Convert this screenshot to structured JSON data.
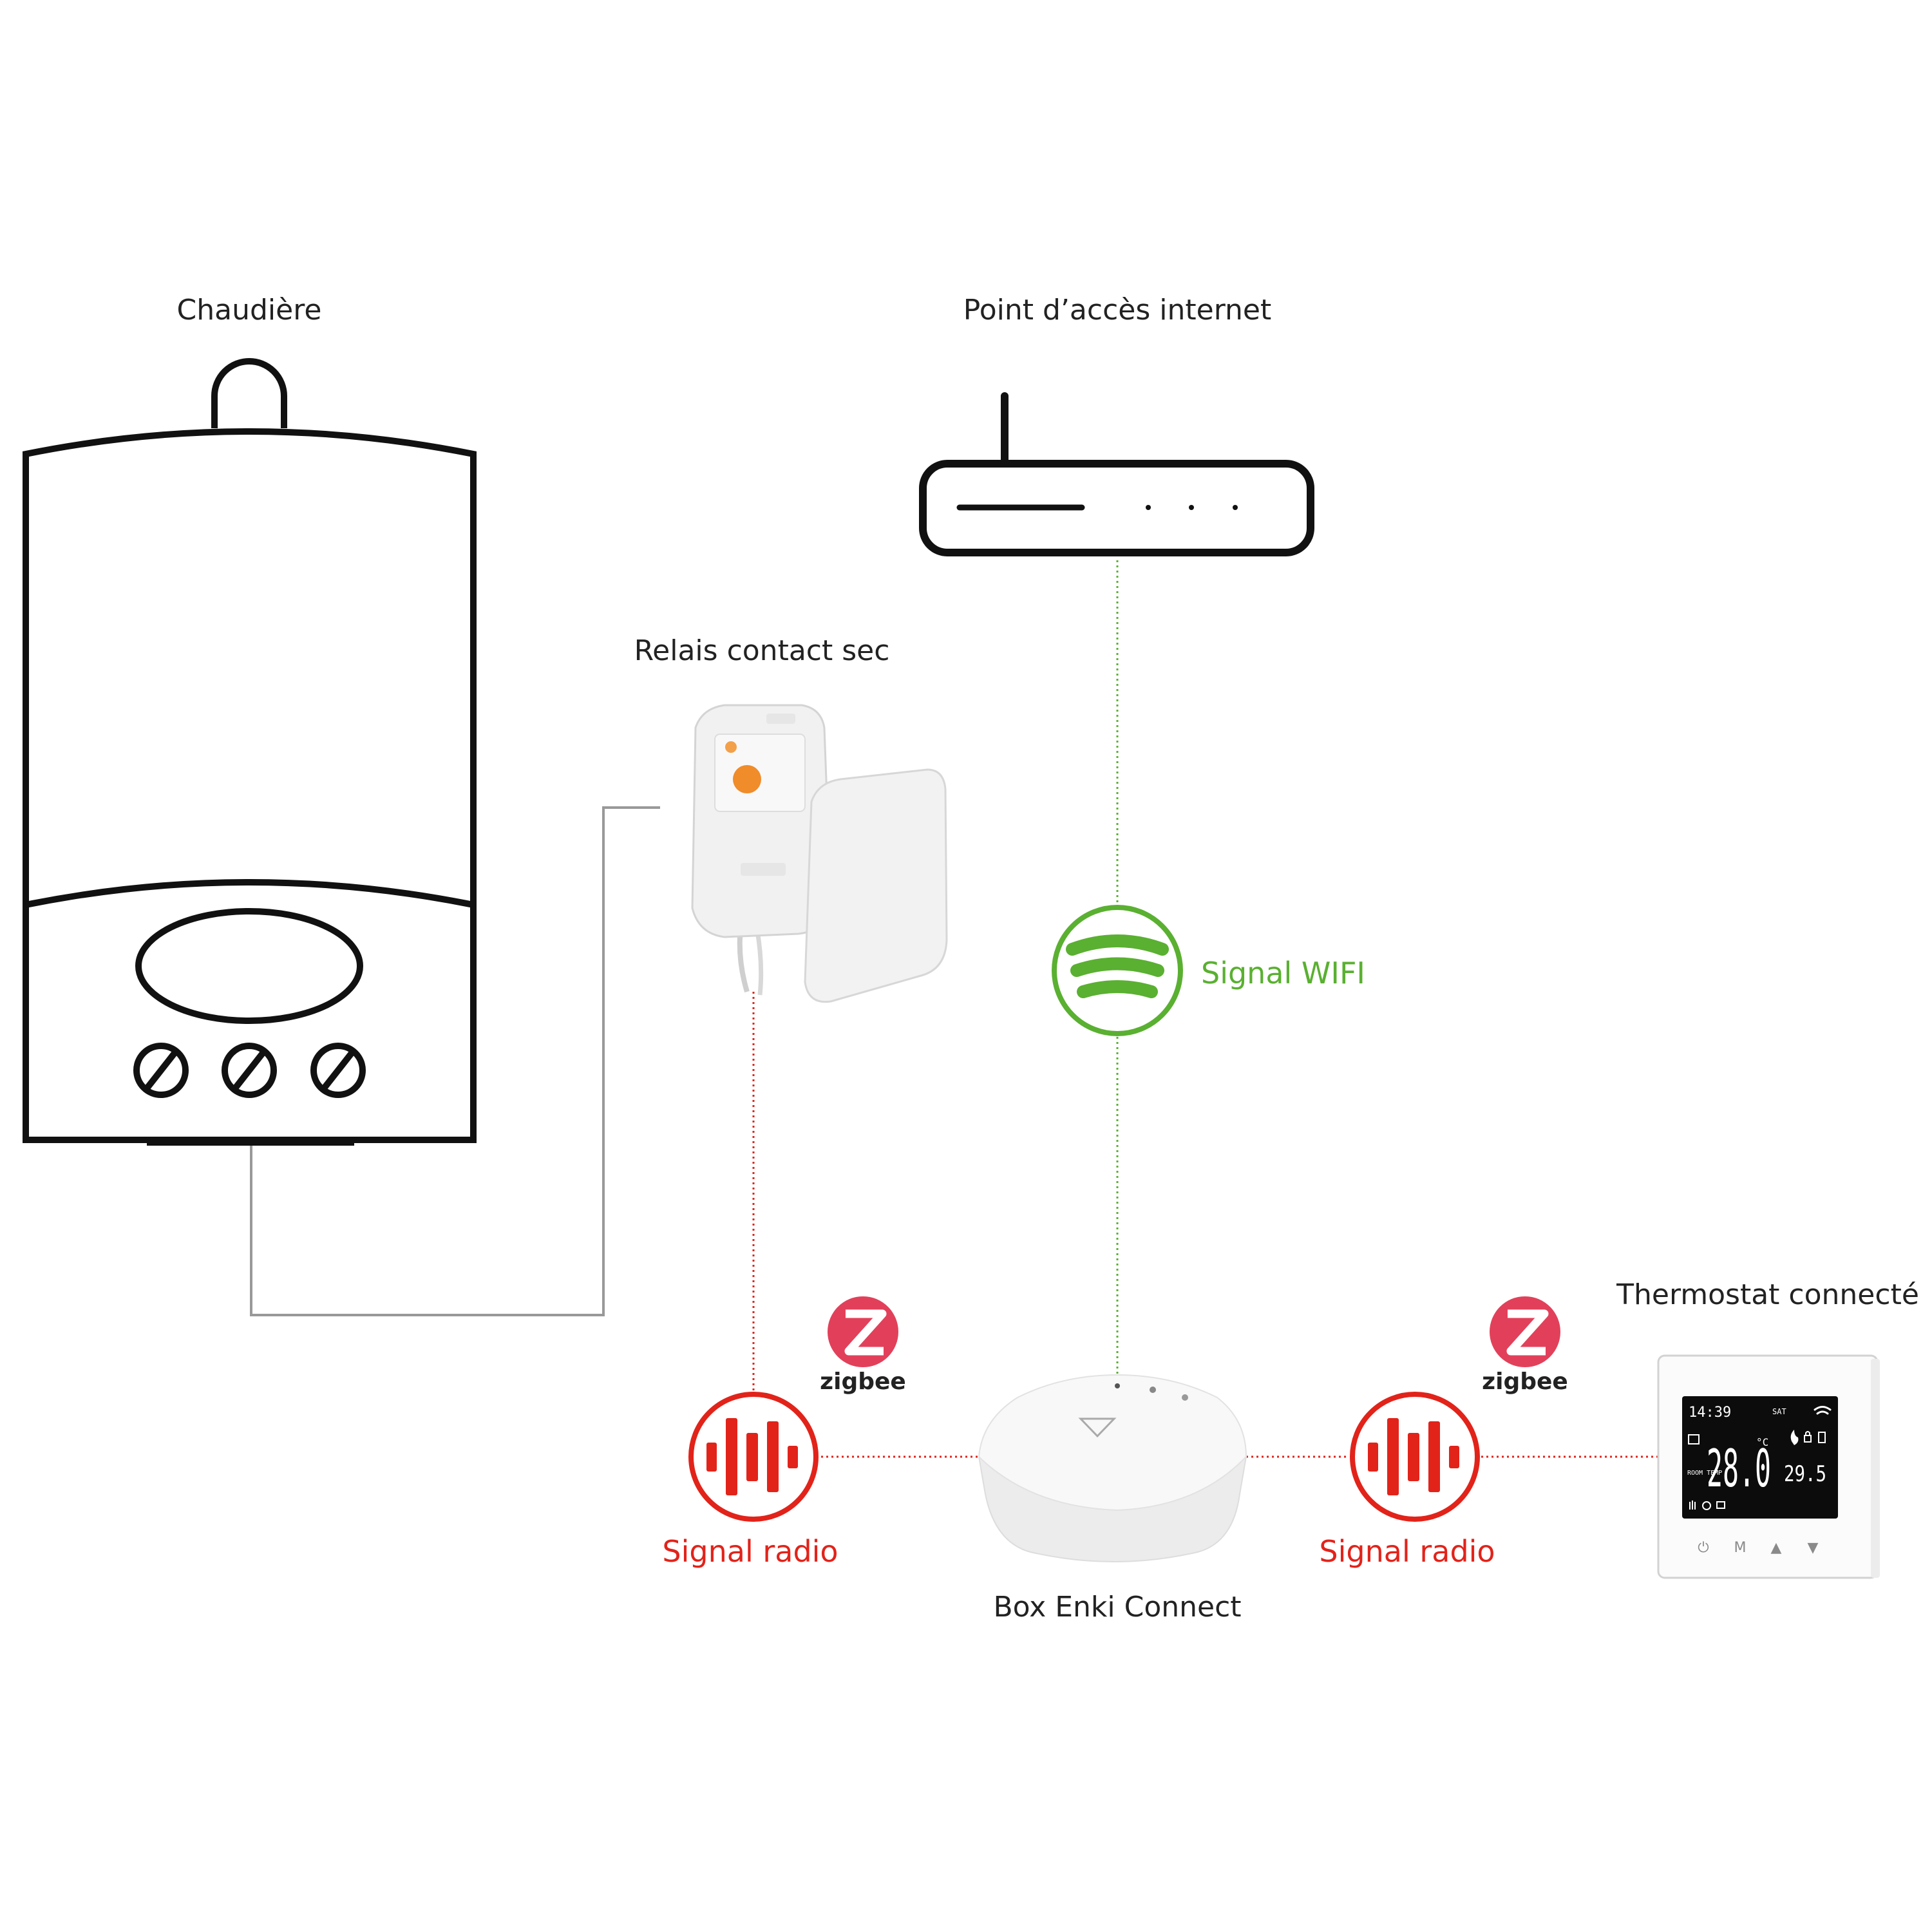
{
  "labels": {
    "boiler": "Chaudière",
    "router": "Point d’accès internet",
    "relay": "Relais contact sec",
    "wifi": "Signal WIFI",
    "radio_left": "Signal radio",
    "radio_right": "Signal radio",
    "box": "Box Enki Connect",
    "thermostat": "Thermostat connecté"
  },
  "zigbee": {
    "left": "zigbee",
    "right": "zigbee"
  },
  "thermostat_display": {
    "time": "14:39",
    "day": "SAT",
    "temp_main": "28.0",
    "unit": "°C",
    "temp_set": "29.5",
    "room_label": "ROOM TEMP",
    "buttons": [
      "⏻",
      "M",
      "▲",
      "▼"
    ]
  },
  "colors": {
    "wifi_green": "#5ab031",
    "radio_red": "#e2231a",
    "line_gray": "#999999",
    "outline": "#111111"
  },
  "icons": {
    "wifi": "wifi-signal-icon",
    "radio": "radio-wave-icon",
    "zigbee": "zigbee-logo-icon"
  }
}
